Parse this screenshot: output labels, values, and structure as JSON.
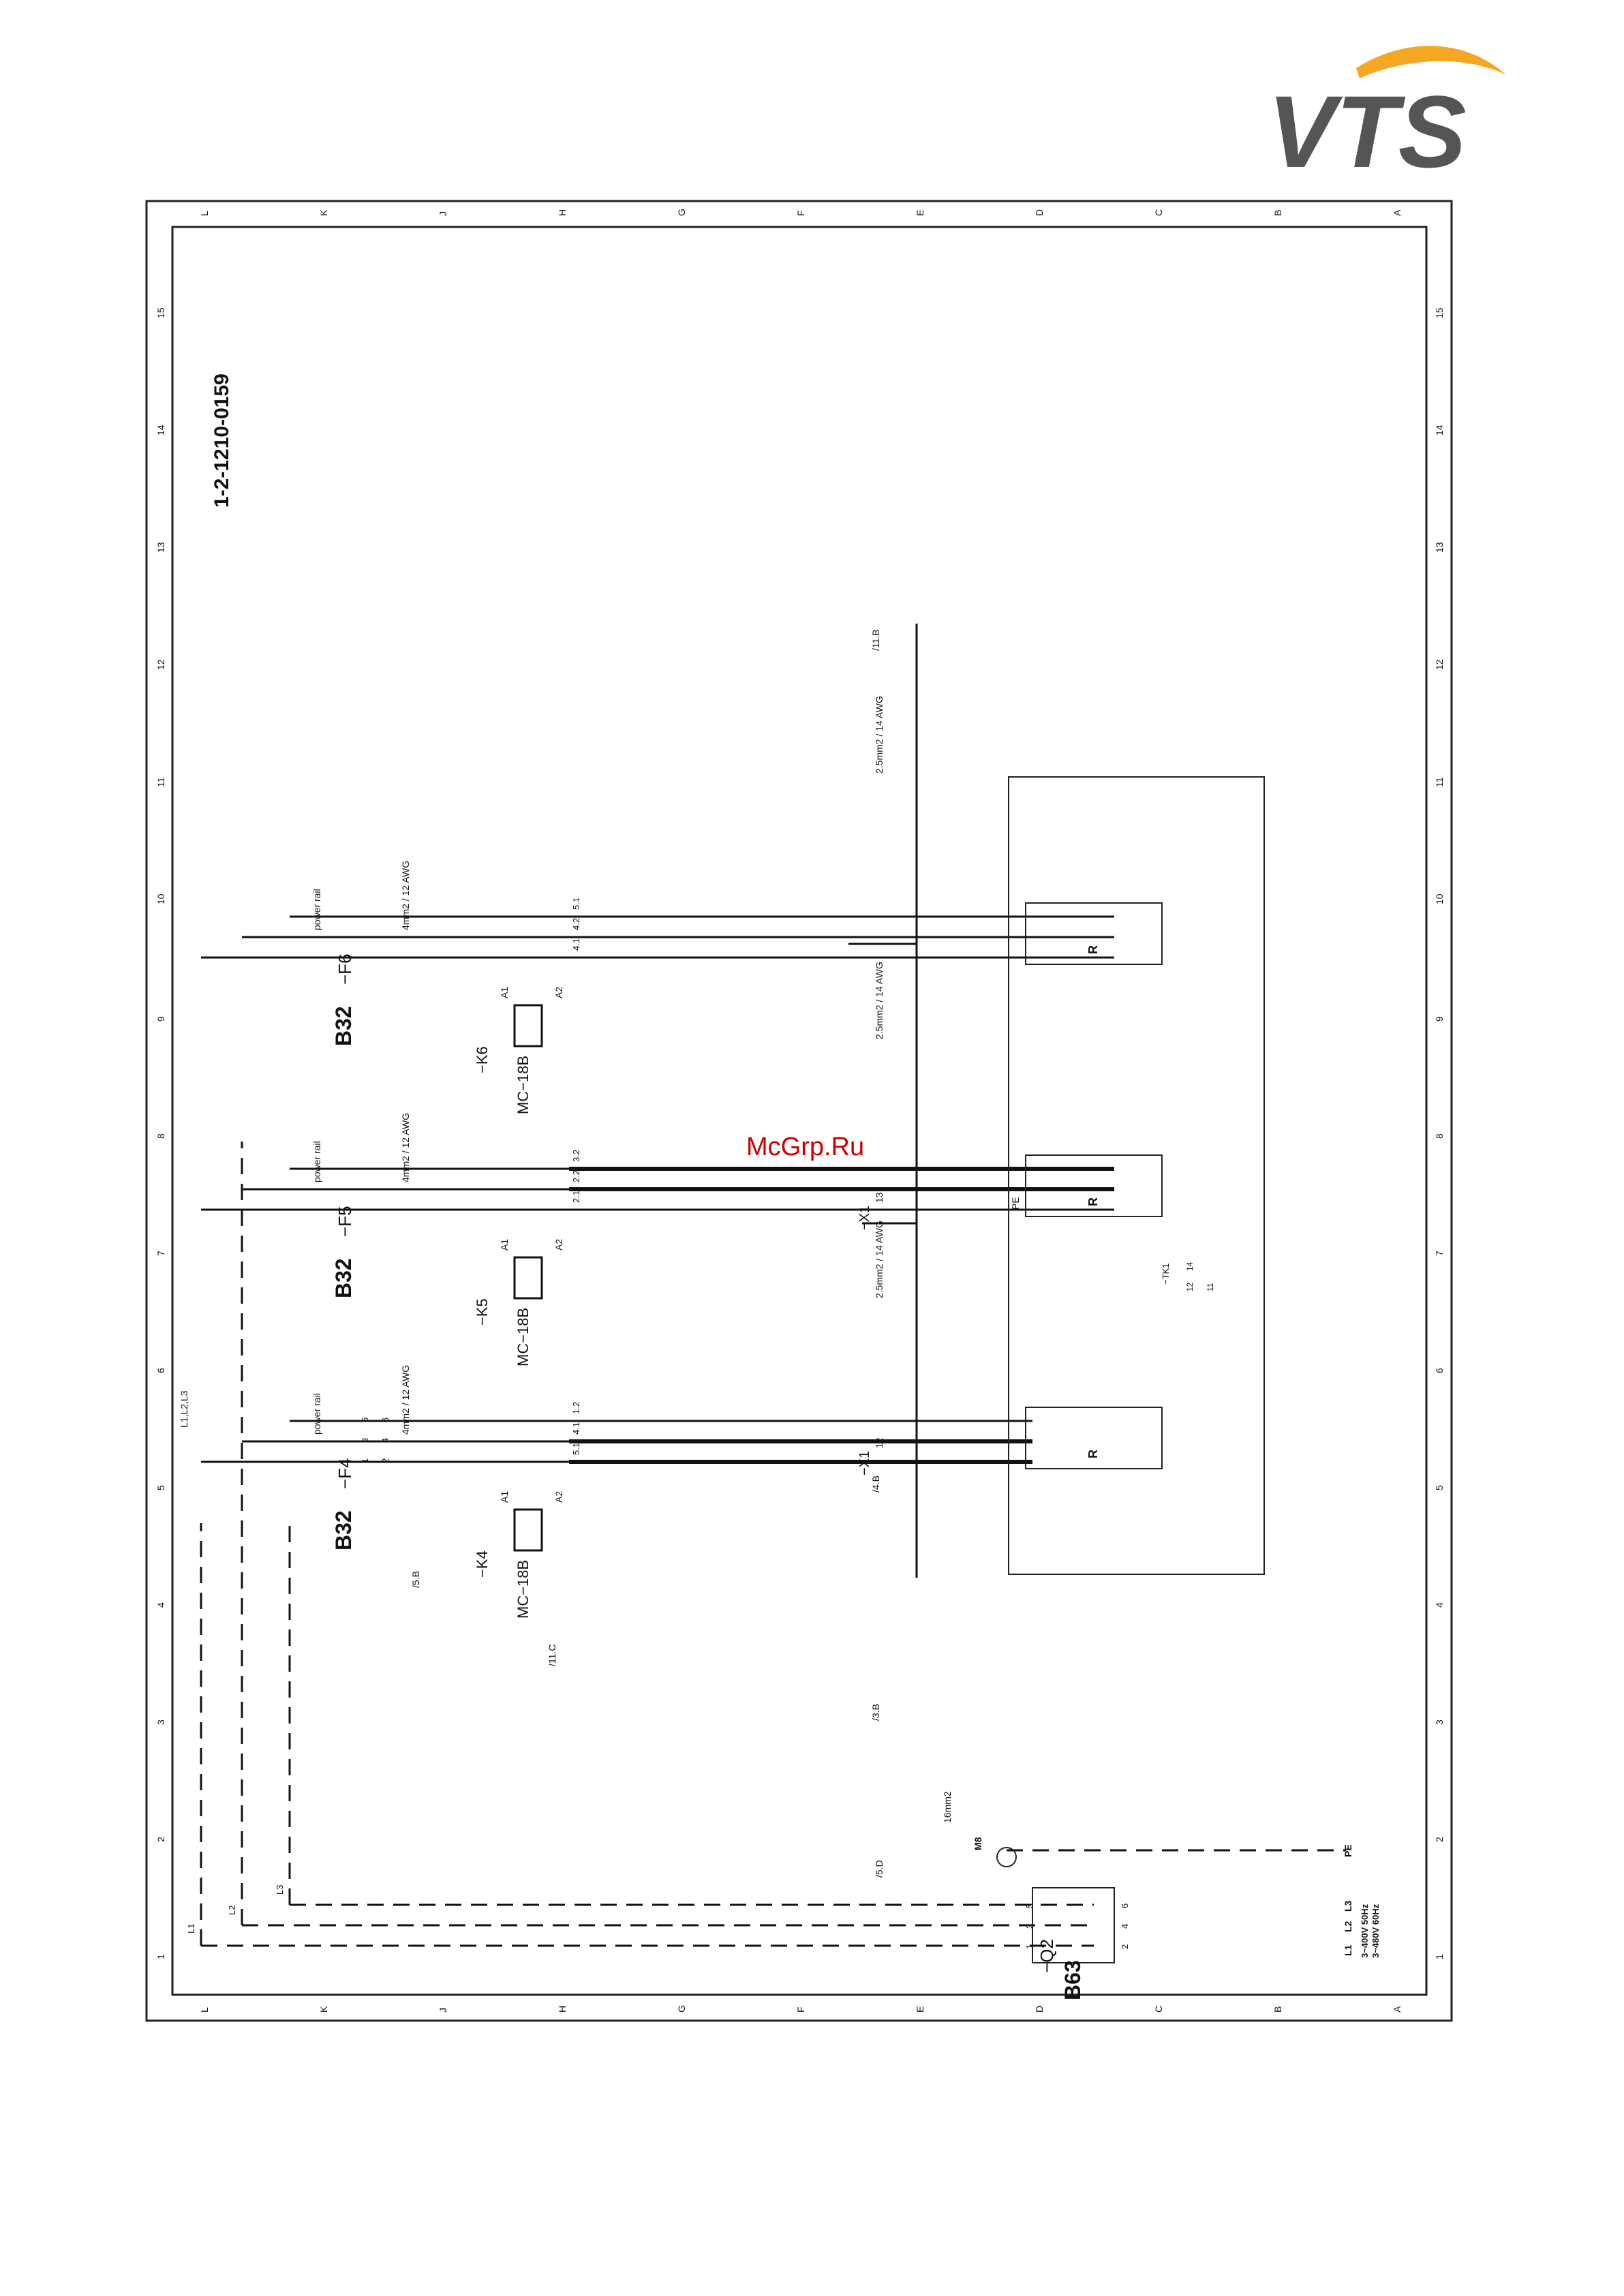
{
  "logo": {
    "text": "VTS",
    "swoosh_color": "#f5a623",
    "text_color": "#555555"
  },
  "watermark": {
    "text": "McGrp.Ru",
    "color": "#cc0000"
  },
  "drawing_number": "1-2-1210-0159",
  "column_letters": [
    "L",
    "K",
    "J",
    "H",
    "G",
    "F",
    "E",
    "D",
    "C",
    "B",
    "A"
  ],
  "row_numbers": [
    "1",
    "2",
    "3",
    "4",
    "5",
    "6",
    "7",
    "8",
    "9",
    "10",
    "11",
    "12",
    "13",
    "14",
    "15"
  ],
  "breakers": [
    {
      "tag": "−F4",
      "rating": "B32",
      "label": "power rail",
      "cable": "4mm2 / 12 AWG"
    },
    {
      "tag": "−F5",
      "rating": "B32",
      "label": "power rail",
      "cable": "4mm2 / 12 AWG"
    },
    {
      "tag": "−F6",
      "rating": "B32",
      "label": "power rail",
      "cable": "4mm2 / 12 AWG"
    }
  ],
  "contactors": [
    {
      "tag": "−K4",
      "model": "MC−18B",
      "a1": "A1",
      "a2": "A2"
    },
    {
      "tag": "−K5",
      "model": "MC−18B",
      "a1": "A1",
      "a2": "A2"
    },
    {
      "tag": "−K6",
      "model": "MC−18B",
      "a1": "A1",
      "a2": "A2"
    }
  ],
  "terminals": {
    "pole_numbers": [
      "1",
      "2",
      "3",
      "4",
      "5",
      "6"
    ],
    "k4_outputs": [
      "5.1",
      "4.1",
      "1.2"
    ],
    "k5_outputs": [
      "2.1",
      "2.2",
      "3.2"
    ],
    "k6_outputs": [
      "4.1",
      "4.2",
      "5.1"
    ],
    "x1_a": "−X1",
    "x1_a_pin": "12",
    "x1_b": "−X1",
    "x1_b_pin": "13",
    "pe": "PE",
    "tk1": "−TK1",
    "tk_pins": [
      "12",
      "14",
      "11"
    ]
  },
  "cables": {
    "signal": "2.5mm2 / 14 AWG",
    "main": "16mm2"
  },
  "main_switch": {
    "tag": "−Q2",
    "rating": "B63",
    "poles": [
      "1",
      "3",
      "5",
      "2",
      "4",
      "6"
    ]
  },
  "ground": {
    "label": "M8"
  },
  "bus": {
    "label": "L1,L2,L3",
    "phases": [
      "L1",
      "L2",
      "L3"
    ]
  },
  "supply": {
    "phases": [
      "L1",
      "L2",
      "L3"
    ],
    "spec1": "3~400V 50Hz",
    "spec2": "3~480V 60Hz",
    "pe": "PE"
  },
  "heater_mark": "R",
  "cross_refs": [
    "/11.B",
    "/4.B",
    "/3.B",
    "/5.B",
    "/11.C",
    "/5.D"
  ]
}
